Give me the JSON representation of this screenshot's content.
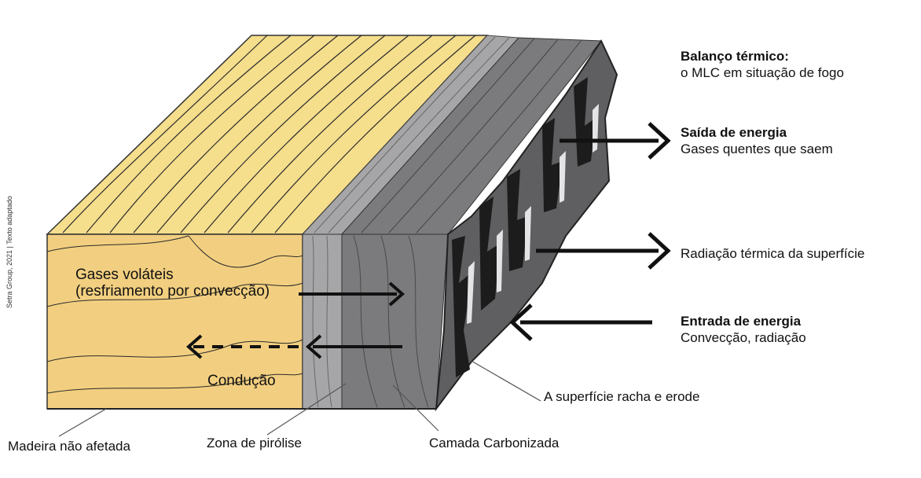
{
  "title": {
    "heading": "Balanço térmico:",
    "subtitle": "o MLC em situação de fogo"
  },
  "energy_out": {
    "heading": "Saída de energia",
    "detail": "Gases quentes que saem"
  },
  "radiation": {
    "label": "Radiação térmica da superfície"
  },
  "energy_in": {
    "heading": "Entrada de energia",
    "detail": "Convecção, radiação"
  },
  "surface_label": "A superfície racha e erode",
  "volatile_gases": {
    "line1": "Gases voláteis",
    "line2": "(resfriamento por convecção)"
  },
  "conduction_label": "Condução",
  "unaffected_wood_label": "Madeira não afetada",
  "pyrolysis_zone_label": "Zona de pirólise",
  "char_layer_label": "Camada Carbonizada",
  "credit": "Setra Group, 2021 | Texto adaptado",
  "colors": {
    "wood_top": "#f5de8c",
    "wood_front": "#f2cf80",
    "pyrolysis": "#a6a6a8",
    "char": "#7b7b7d",
    "char_dark": "#555557",
    "crack": "#1c1c1c",
    "arrow": "#111111"
  }
}
